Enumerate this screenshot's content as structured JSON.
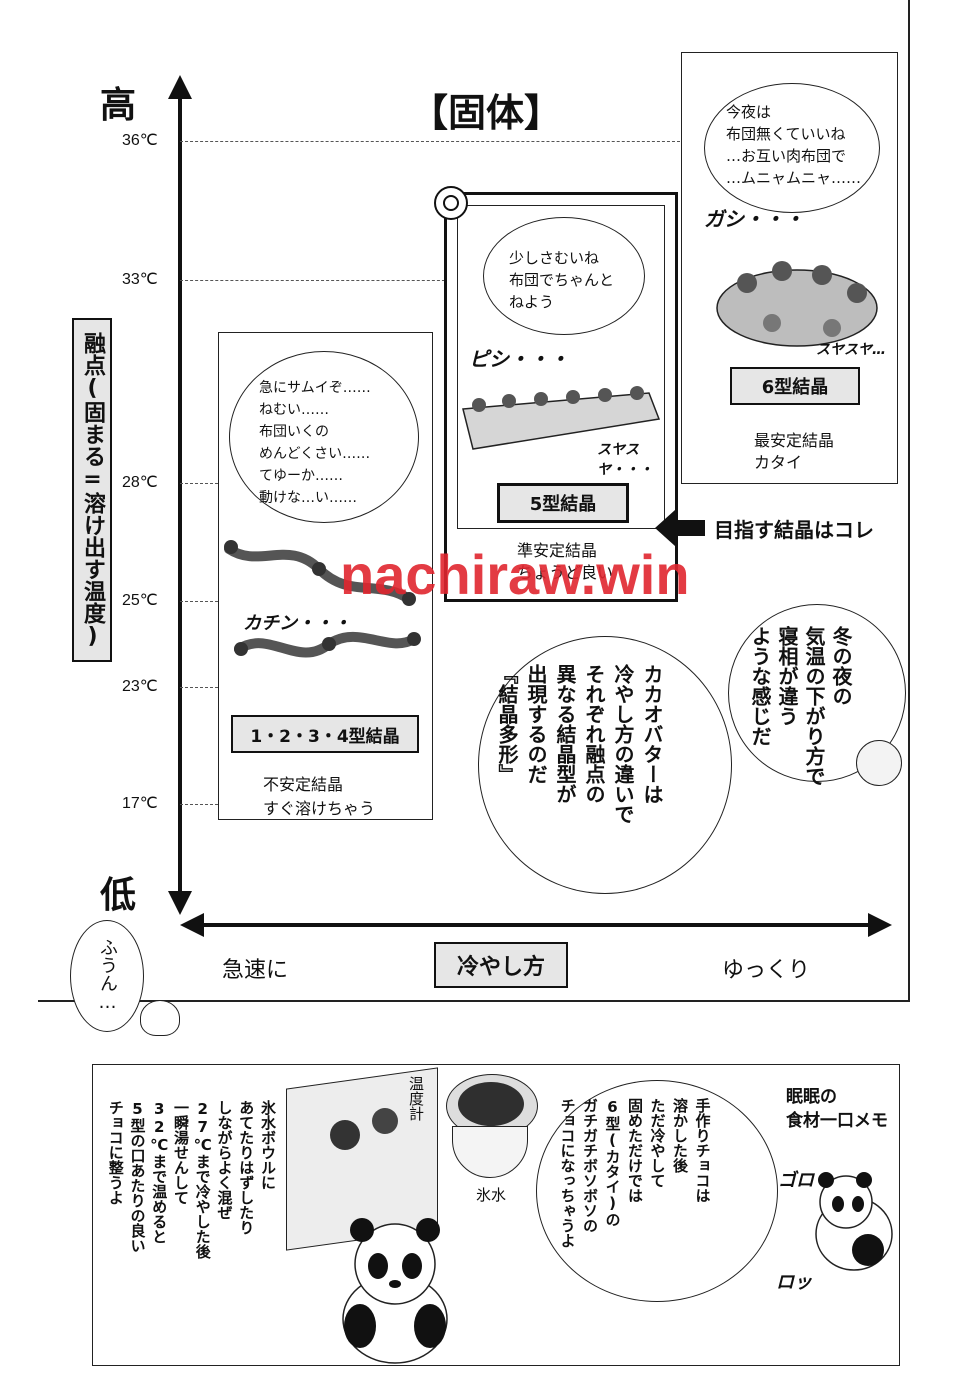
{
  "watermark": "nachiraw.win",
  "chart": {
    "title": "【固体】",
    "y_high": "高",
    "y_low": "低",
    "y_label": "融点(固まる=溶け出す温度)",
    "x_label": "冷やし方",
    "x_left": "急速に",
    "x_right": "ゆっくり",
    "temps": [
      "36℃",
      "33℃",
      "28℃",
      "25℃",
      "23℃",
      "17℃"
    ]
  },
  "panels": {
    "type6": {
      "bubble_lines": [
        "今夜は",
        "布団無くていいね",
        "…お互い肉布団で",
        "…ムニャムニャ……"
      ],
      "sfx": "ガシ・・・",
      "sfx2": "スヤスヤ…",
      "label": "6型結晶",
      "desc": [
        "最安定結晶",
        "カタイ"
      ]
    },
    "type5": {
      "bubble_lines": [
        "少しさむいね",
        "布団でちゃんと",
        "ねよう"
      ],
      "sfx": "ピシ・・・",
      "sfx2": "スヤスヤ・・・",
      "label": "5型結晶",
      "desc": [
        "準安定結晶",
        "ちょうど良い"
      ]
    },
    "type1234": {
      "bubble_lines": [
        "急にサムイぞ……",
        "ねむい……",
        "布団いくの",
        "めんどくさい……",
        "てゆーか……",
        "動けな…い……"
      ],
      "sfx": "カチン・・・",
      "label": "1・2・3・4型結晶",
      "desc": [
        "不安定結晶",
        "すぐ溶けちゃう"
      ]
    }
  },
  "arrow_note": "目指す結晶はコレ",
  "bubbles": {
    "cacao": [
      "カカオバターは",
      "冷やし方の違いで",
      "それぞれ融点の",
      "異なる結晶型が",
      "出現するのだ",
      "『結晶多形』"
    ],
    "winter": [
      "冬の夜の",
      "気温の下がり方で",
      "寝相が違う",
      "ような感じだ"
    ],
    "fun": [
      "ふうん…"
    ]
  },
  "bottom": {
    "title_lines": [
      "眠眠の",
      "食材一口メモ"
    ],
    "thermometer": "温度計",
    "icewater": "氷水",
    "left_note": [
      "氷水ボウルに",
      "あてたりはずしたり",
      "しながらよく混ぜ",
      "27℃まで冷やした後",
      "一瞬湯せんして",
      "32℃まで温めると",
      "5型の口あたりの良い",
      "チョコに整うよ"
    ],
    "right_note": [
      "手作りチョコは",
      "溶かした後",
      "ただ冷やして",
      "固めただけでは",
      "6型(カタイ)の",
      "ガチガチボソボソの",
      "チョコになっちゃうよ"
    ],
    "sfx": "ゴロ",
    "sfx2": "ロッ"
  },
  "colors": {
    "watermark": "#e0262f",
    "label_bg": "#e6e6e6"
  }
}
